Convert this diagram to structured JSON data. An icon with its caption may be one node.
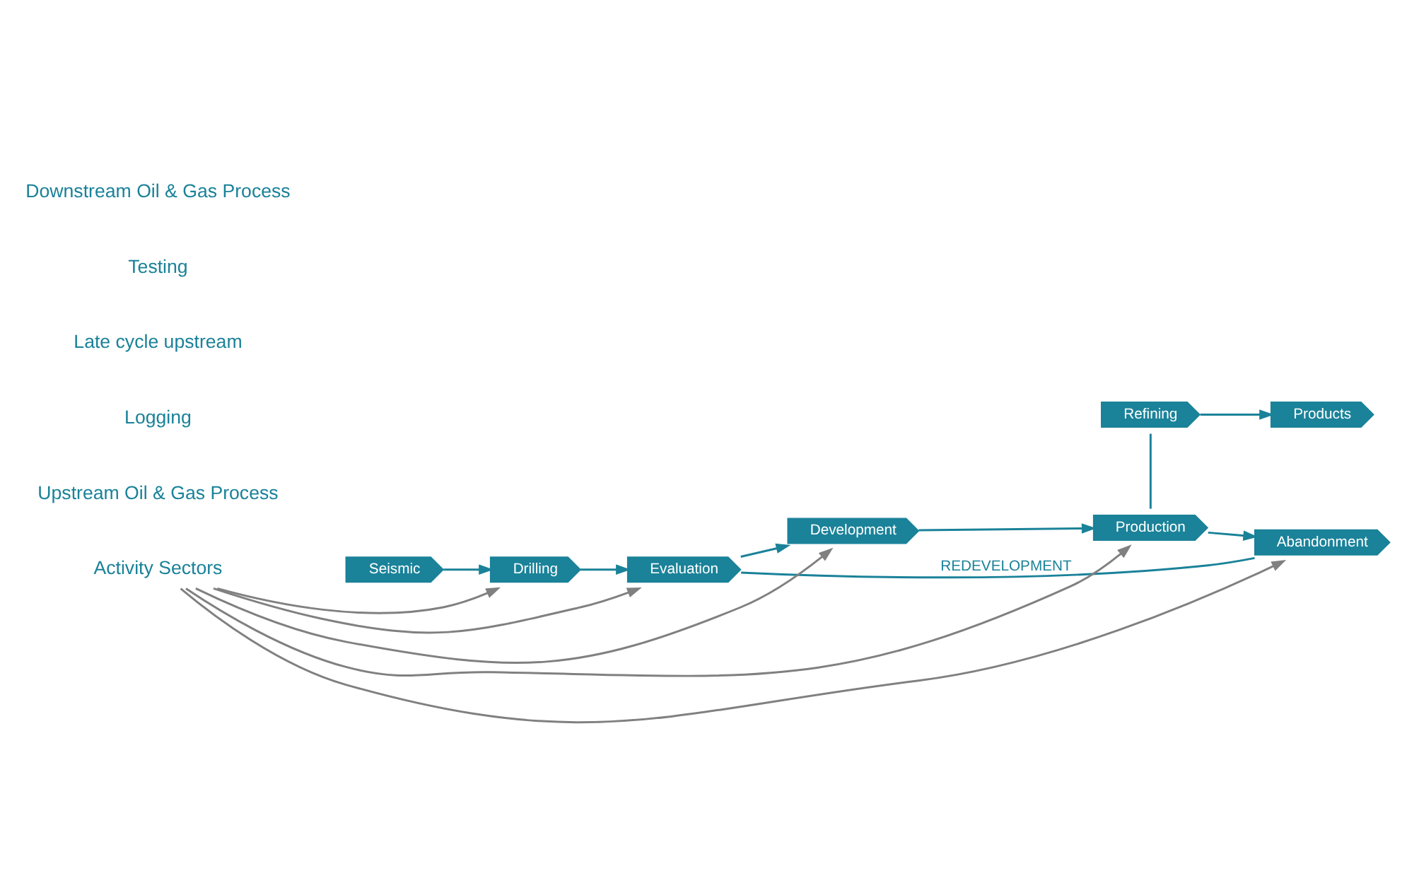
{
  "diagram": {
    "nodes": [
      {
        "text": [
          "Seismic"
        ]
      },
      {
        "text": [
          "Drilling"
        ]
      },
      {
        "text": [
          "Evaluation"
        ]
      },
      {
        "text": [
          "Development"
        ]
      },
      {
        "text": [
          "Production"
        ]
      },
      {
        "text": [
          "Abandonment"
        ]
      },
      {
        "text": [
          "Refining"
        ]
      },
      {
        "text": [
          "Products"
        ]
      },
      {
        "text": [
          "Activity Sectors"
        ]
      }
    ],
    "edges": [
      {
        "from": 0,
        "to": 1,
        "arrow": "to"
      },
      {
        "from": 1,
        "to": 2,
        "arrow": "to"
      },
      {
        "from": 2,
        "to": 3,
        "arrow": "to"
      },
      {
        "from": 3,
        "to": 4,
        "arrow": "to"
      },
      {
        "from": 4,
        "to": 5,
        "arrow": "to"
      },
      {
        "from": 2,
        "to": 5,
        "arrow": "none",
        "label": "REDEVELOPMENT"
      },
      {
        "from": 4,
        "to": 6,
        "arrow": "none"
      },
      {
        "from": 6,
        "to": 7,
        "arrow": "to"
      },
      {
        "from": 8,
        "to": 1,
        "arrow": "to",
        "color": "#808080"
      },
      {
        "from": 8,
        "to": 2,
        "arrow": "to",
        "color": "#808080"
      },
      {
        "from": 8,
        "to": 3,
        "arrow": "to",
        "color": "#808080"
      },
      {
        "from": 8,
        "to": 4,
        "arrow": "to",
        "color": "#808080"
      },
      {
        "from": 8,
        "to": 5,
        "arrow": "to",
        "color": "#808080"
      }
    ],
    "labels": [
      "Upstream Oil & Gas Process",
      "Logging",
      "Late cycle upstream",
      "Testing",
      "Downstream Oil & Gas Process"
    ]
  }
}
